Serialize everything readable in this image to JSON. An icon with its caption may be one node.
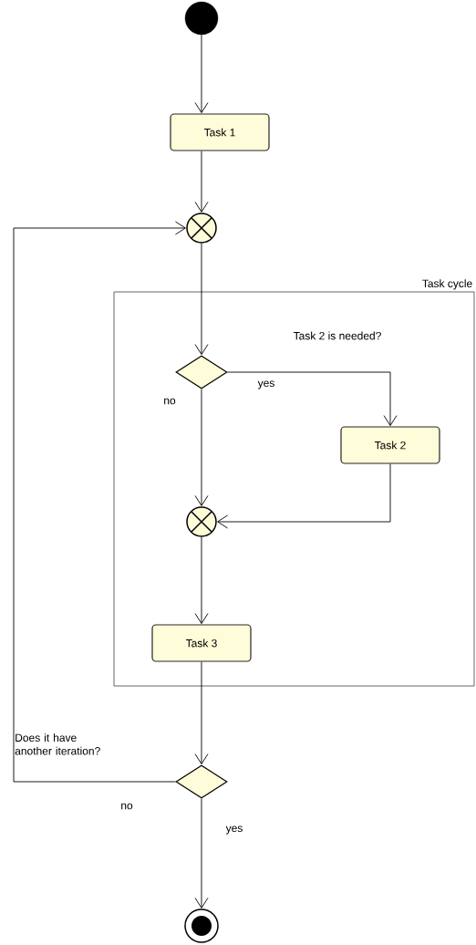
{
  "diagram": {
    "nodes": [
      {
        "text": [],
        "shape": "circle"
      },
      {
        "text": [
          "Task 1"
        ]
      },
      {
        "text": [],
        "shape": "circle"
      },
      {
        "text": [
          "Task cycle"
        ]
      },
      {
        "text": [],
        "shape": "diamond",
        "in": 3
      },
      {
        "text": [
          "Task 2"
        ],
        "in": 3
      },
      {
        "text": [],
        "shape": "circle",
        "in": 3
      },
      {
        "text": [
          "Task 3"
        ],
        "in": 3
      },
      {
        "text": [],
        "shape": "diamond"
      },
      {
        "text": [],
        "shape": "circle"
      }
    ],
    "edges": [
      {
        "from": 0,
        "to": 1,
        "arrow": "to"
      },
      {
        "from": 1,
        "to": 2,
        "arrow": "to"
      },
      {
        "from": 2,
        "to": 4,
        "arrow": "to"
      },
      {
        "from": 4,
        "to": 5,
        "arrow": "to",
        "label": "yes"
      },
      {
        "from": 4,
        "to": 6,
        "arrow": "to",
        "label": "no"
      },
      {
        "from": 5,
        "to": 6,
        "arrow": "to"
      },
      {
        "from": 6,
        "to": 7,
        "arrow": "to"
      },
      {
        "from": 7,
        "to": 8,
        "arrow": "to"
      },
      {
        "from": 8,
        "to": 2,
        "arrow": "to",
        "label": "no"
      },
      {
        "from": 8,
        "to": 9,
        "arrow": "to",
        "label": "yes"
      }
    ],
    "labels": [
      "Task 2 is needed?",
      "Does it have another iteration?"
    ]
  }
}
